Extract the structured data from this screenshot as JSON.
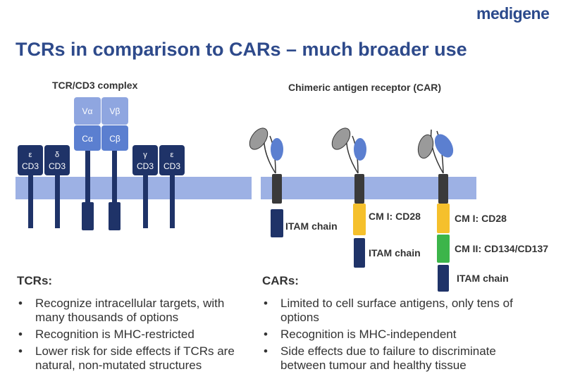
{
  "logo": "medigene",
  "title": "TCRs in comparison to CARs – much broader use",
  "tcr": {
    "subtitle": "TCR/CD3 complex",
    "va": "Vα",
    "vb": "Vβ",
    "ca": "Cα",
    "cb": "Cβ",
    "eps1_greek": "ε",
    "eps1_cd": "CD3",
    "delta_greek": "δ",
    "delta_cd": "CD3",
    "gamma_greek": "γ",
    "gamma_cd": "CD3",
    "eps2_greek": "ε",
    "eps2_cd": "CD3"
  },
  "car": {
    "subtitle": "Chimeric antigen receptor (CAR)",
    "c1_itam": "ITAM chain",
    "c2_cm1": "CM I: CD28",
    "c2_itam": "ITAM chain",
    "c3_cm1": "CM I: CD28",
    "c3_cm2": "CM II: CD134/CD137",
    "c3_itam": "ITAM chain"
  },
  "tcrs_list": {
    "heading": "TCRs:",
    "items": [
      "Recognize intracellular targets, with many thousands of options",
      "Recognition is MHC-restricted",
      "Lower risk for side effects if TCRs are natural, non-mutated structures"
    ]
  },
  "cars_list": {
    "heading": "CARs:",
    "items": [
      "Limited to cell surface antigens, only tens of options",
      "Recognition is MHC-independent",
      "Side effects due to failure to discriminate between tumour and healthy tissue"
    ]
  },
  "colors": {
    "title": "#2e4a8b",
    "membrane": "#9db1e4",
    "dark_navy": "#1f3368",
    "variable": "#8fa6e0",
    "constant": "#5b7fd0",
    "scfv_gray": "#9a9a9a",
    "scfv_blue": "#5b7fd0",
    "hinge": "#3a3a3a",
    "cd28_yellow": "#f5c02c",
    "cd134_green": "#3cb54a"
  }
}
